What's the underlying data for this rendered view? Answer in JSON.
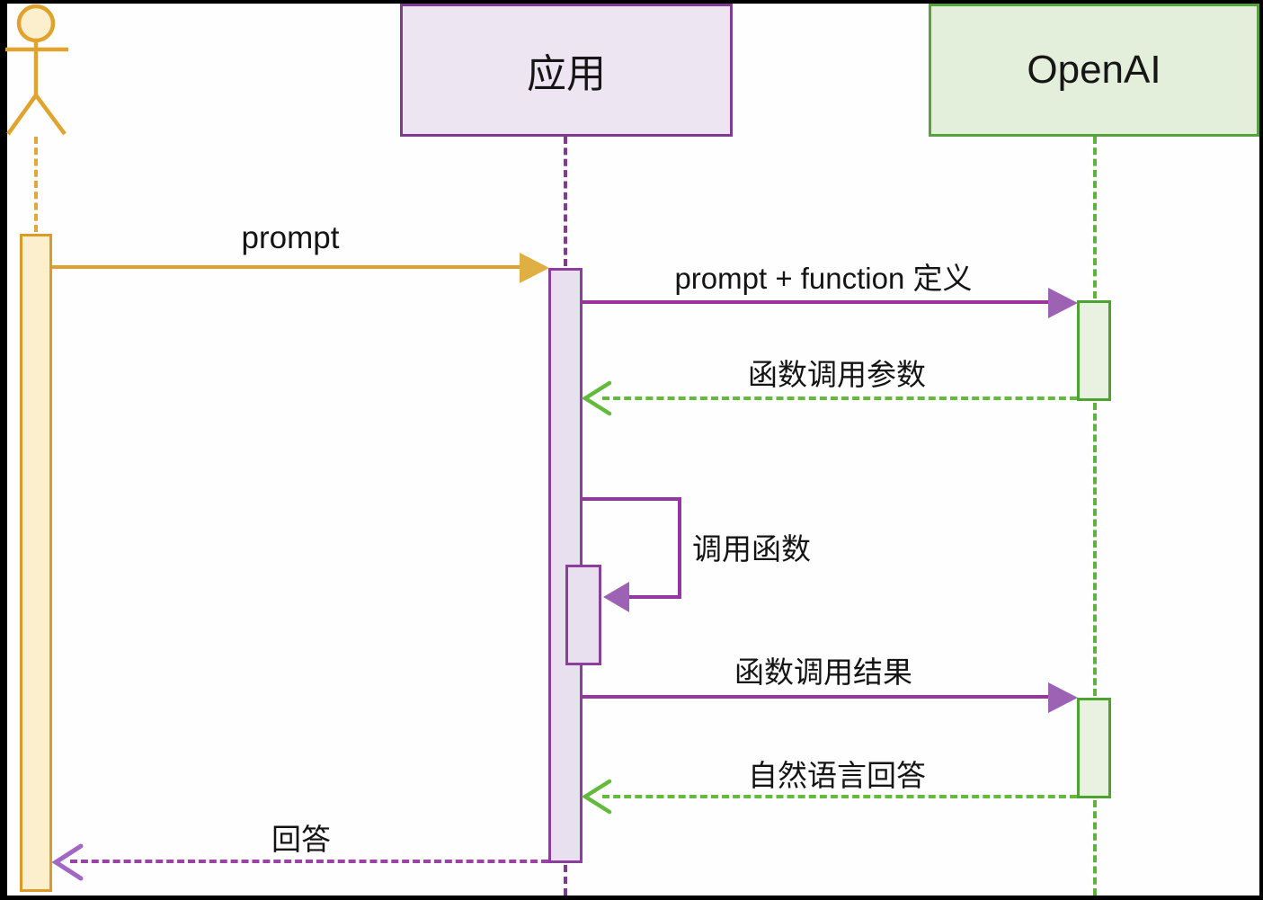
{
  "diagram": {
    "type": "sequence",
    "participants": [
      {
        "id": "user",
        "label": "",
        "kind": "actor"
      },
      {
        "id": "app",
        "label": "应用",
        "kind": "participant"
      },
      {
        "id": "openai",
        "label": "OpenAI",
        "kind": "participant"
      }
    ],
    "messages": [
      {
        "from": "user",
        "to": "app",
        "label": "prompt",
        "style": "solid-orange"
      },
      {
        "from": "app",
        "to": "openai",
        "label": "prompt + function 定义",
        "style": "solid-purple"
      },
      {
        "from": "openai",
        "to": "app",
        "label": "函数调用参数",
        "style": "dashed-green"
      },
      {
        "from": "app",
        "to": "app",
        "label": "调用函数",
        "style": "self-purple"
      },
      {
        "from": "app",
        "to": "openai",
        "label": "函数调用结果",
        "style": "solid-purple"
      },
      {
        "from": "openai",
        "to": "app",
        "label": "自然语言回答",
        "style": "dashed-green"
      },
      {
        "from": "app",
        "to": "user",
        "label": "回答",
        "style": "dashed-purple"
      }
    ],
    "colors": {
      "actor_stroke": "#dfa32e",
      "actor_fill": "#fcefcd",
      "actor_bar_fill": "#fcefce",
      "actor_bar_border": "#db9b28",
      "app_box_fill": "#ede5f2",
      "app_border": "#7d3c8f",
      "app_bar_fill": "#e8e0ee",
      "purple_line": "#9a35a0",
      "purple_arrowhead": "#9d62b4",
      "purple_return": "#a266c4",
      "openai_box_fill": "#e3efda",
      "openai_border": "#55a33a",
      "openai_bar_fill": "#e9f2e1",
      "green_line": "#64ba3d",
      "text": "#141414",
      "frame": "#000000"
    }
  }
}
